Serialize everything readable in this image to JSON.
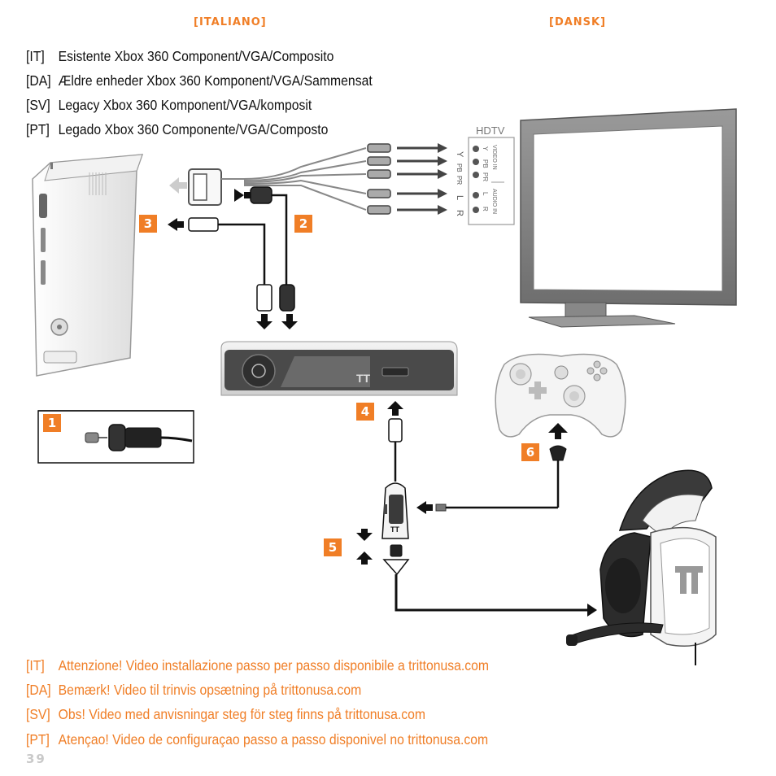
{
  "headers": {
    "italiano": "[ITALIANO]",
    "dansk": "[DANSK]"
  },
  "title_lines": [
    {
      "code": "[IT]",
      "text": "Esistente Xbox 360 Component/VGA/Composito"
    },
    {
      "code": "[DA]",
      "text": "Ældre enheder Xbox 360 Komponent/VGA/Sammensat"
    },
    {
      "code": "[SV]",
      "text": "Legacy Xbox 360 Komponent/VGA/komposit"
    },
    {
      "code": "[PT]",
      "text": "Legado Xbox 360 Componente/VGA/Composto"
    }
  ],
  "tv_panel": {
    "hdtv_label": "HDTV",
    "video_in_label": "VIDEO IN",
    "audio_in_label": "AUDIO IN",
    "ports": [
      "Y",
      "PB",
      "PR",
      "L",
      "R"
    ]
  },
  "cable_labels": [
    "Y",
    "PB",
    "PR",
    "L",
    "R"
  ],
  "steps": [
    "1",
    "2",
    "3",
    "4",
    "5",
    "6"
  ],
  "note_lines": [
    {
      "code": "[IT]",
      "text": "Attenzione! Video installazione passo per passo disponibile a trittonusa.com"
    },
    {
      "code": "[DA]",
      "text": "Bemærk! Video til trinvis opsætning på trittonusa.com"
    },
    {
      "code": "[SV]",
      "text": "Obs! Video med anvisningar steg för steg finns på trittonusa.com"
    },
    {
      "code": "[PT]",
      "text": "Atençao! Video de configuraçao passo a passo disponivel no trittonusa.com"
    }
  ],
  "page_number": "39",
  "colors": {
    "accent": "#f07e26",
    "text": "#111111",
    "device_light": "#eeeeee",
    "device_dark": "#3a3a3a"
  }
}
